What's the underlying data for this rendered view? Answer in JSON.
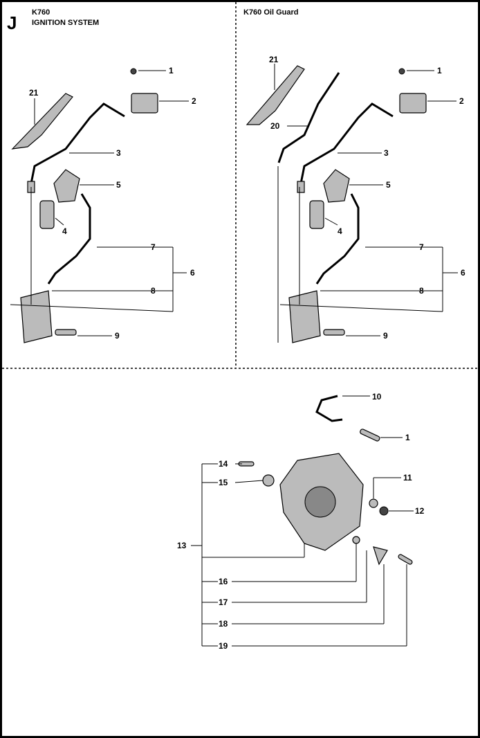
{
  "section_letter": "J",
  "left_panel": {
    "model": "K760",
    "title": "IGNITION SYSTEM",
    "labels": [
      "1",
      "2",
      "21",
      "3",
      "5",
      "4",
      "7",
      "6",
      "8",
      "9"
    ]
  },
  "right_panel": {
    "title": "K760 Oil Guard",
    "labels": [
      "21",
      "1",
      "2",
      "20",
      "3",
      "5",
      "4",
      "7",
      "6",
      "8",
      "9"
    ]
  },
  "bottom_panel": {
    "labels": [
      "10",
      "1",
      "14",
      "15",
      "11",
      "12",
      "13",
      "16",
      "17",
      "18",
      "19"
    ]
  }
}
